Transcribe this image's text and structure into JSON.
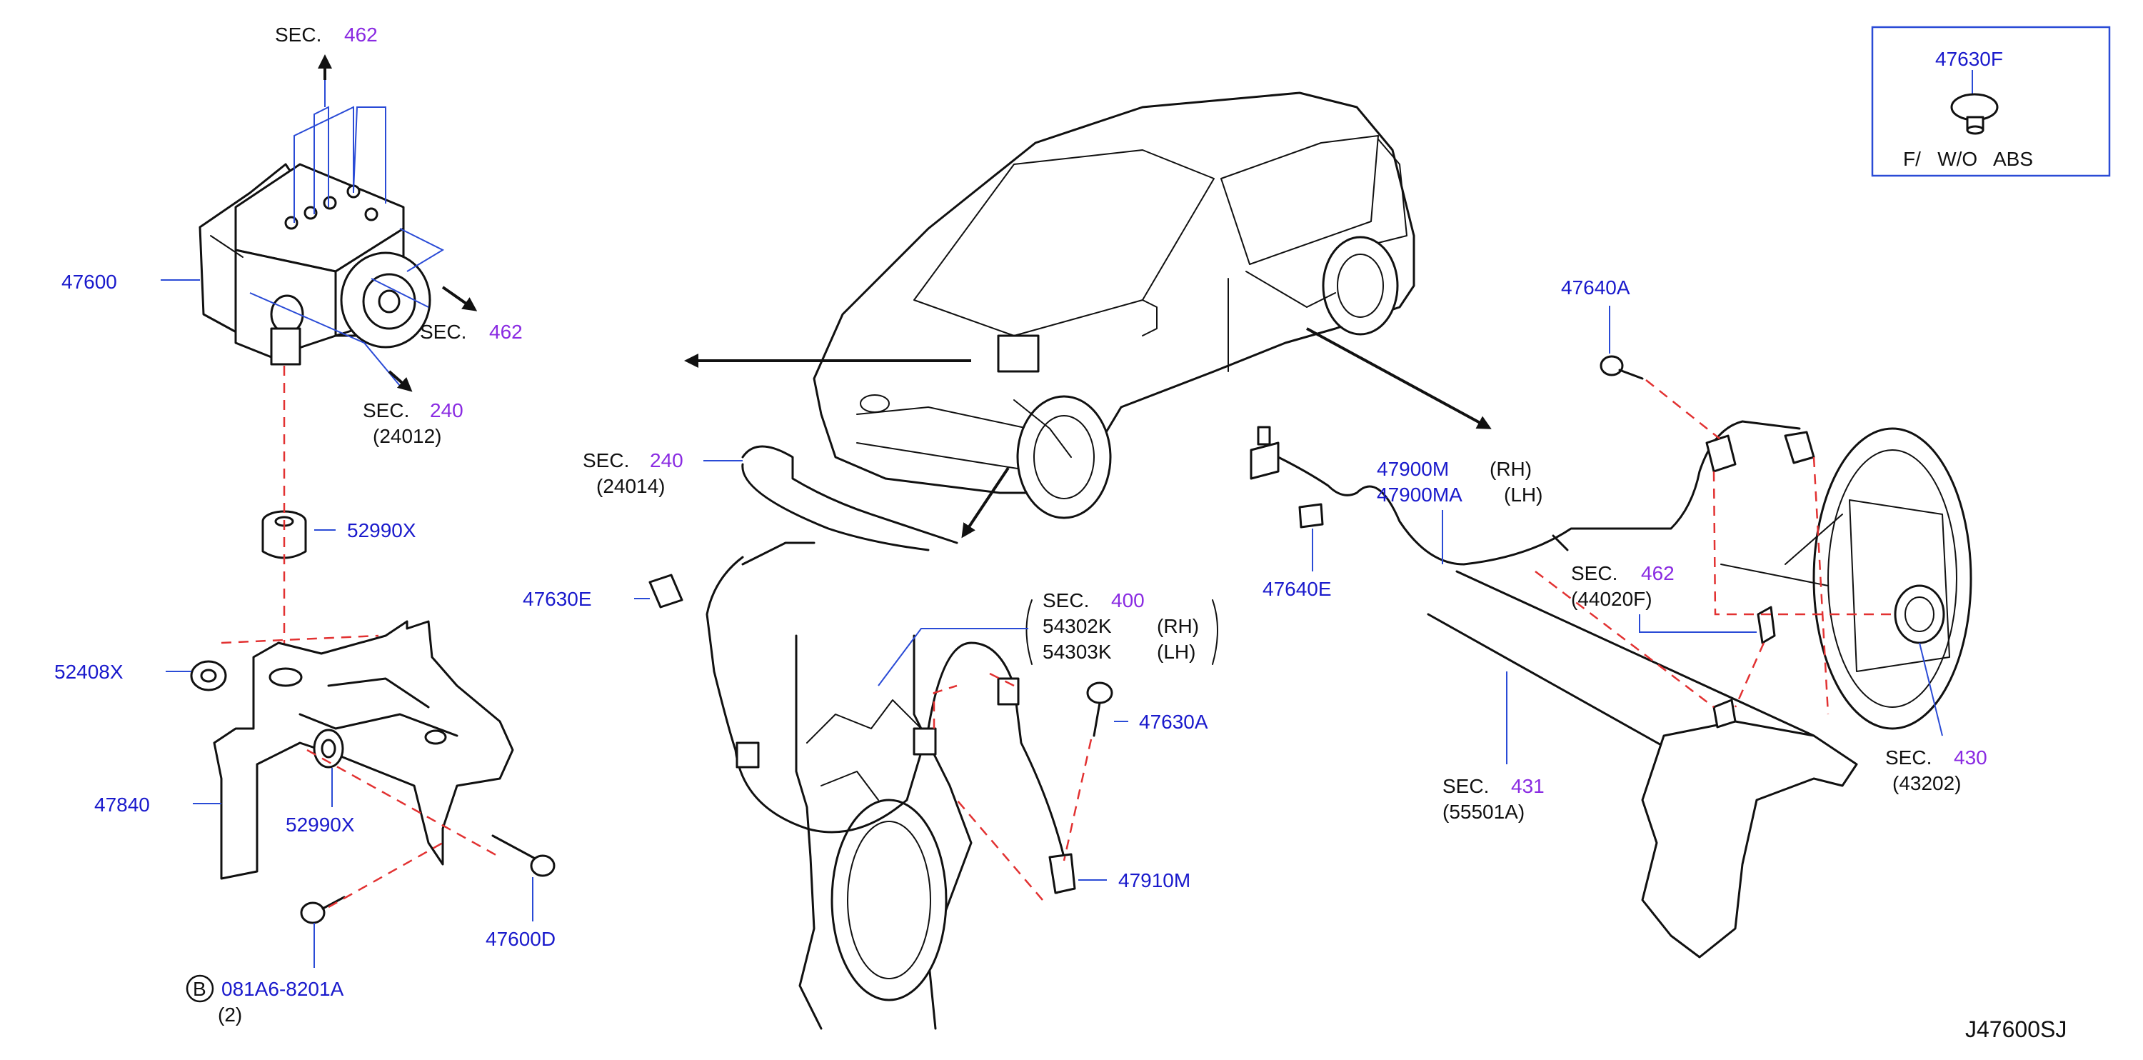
{
  "diagram_code": "J47600SJ",
  "inset": {
    "part": "47630F",
    "note": "F/   W/O   ABS"
  },
  "labels": {
    "sec_462_top": {
      "sec": "SEC.",
      "num": "462"
    },
    "sec_462_mid": {
      "sec": "SEC.",
      "num": "462"
    },
    "sec_240_a": {
      "sec": "SEC.",
      "num": "240",
      "sub": "(24012)"
    },
    "sec_240_b": {
      "sec": "SEC.",
      "num": "240",
      "sub": "(24014)"
    },
    "sec_400": {
      "sec": "SEC.",
      "num": "400"
    },
    "sec_462_right": {
      "sec": "SEC.",
      "num": "462",
      "sub": "(44020F)"
    },
    "sec_431": {
      "sec": "SEC.",
      "num": "431",
      "sub": "(55501A)"
    },
    "sec_430": {
      "sec": "SEC.",
      "num": "430",
      "sub": "(43202)"
    },
    "p47600": "47600",
    "p52990x_top": "52990X",
    "p52408x": "52408X",
    "p47840": "47840",
    "p52990x": "52990X",
    "p47600d": "47600D",
    "bolt_b": "B",
    "p081a6": "081A6-8201A",
    "p081a6_qty": "(2)",
    "p47630e": "47630E",
    "p54302k": "54302K",
    "p54302k_side": "(RH)",
    "p54303k": "54303K",
    "p54303k_side": "(LH)",
    "p47630a": "47630A",
    "p47910m": "47910M",
    "p47640a": "47640A",
    "p47640e": "47640E",
    "p47900m": "47900M",
    "p47900m_side": "(RH)",
    "p47900ma": "47900MA",
    "p47900ma_side": "(LH)"
  },
  "colors": {
    "part_number": "#1a1acc",
    "section_number": "#8a2be2",
    "text": "#111111",
    "leader": "#2a4bd6",
    "dashed": "#e23232"
  }
}
